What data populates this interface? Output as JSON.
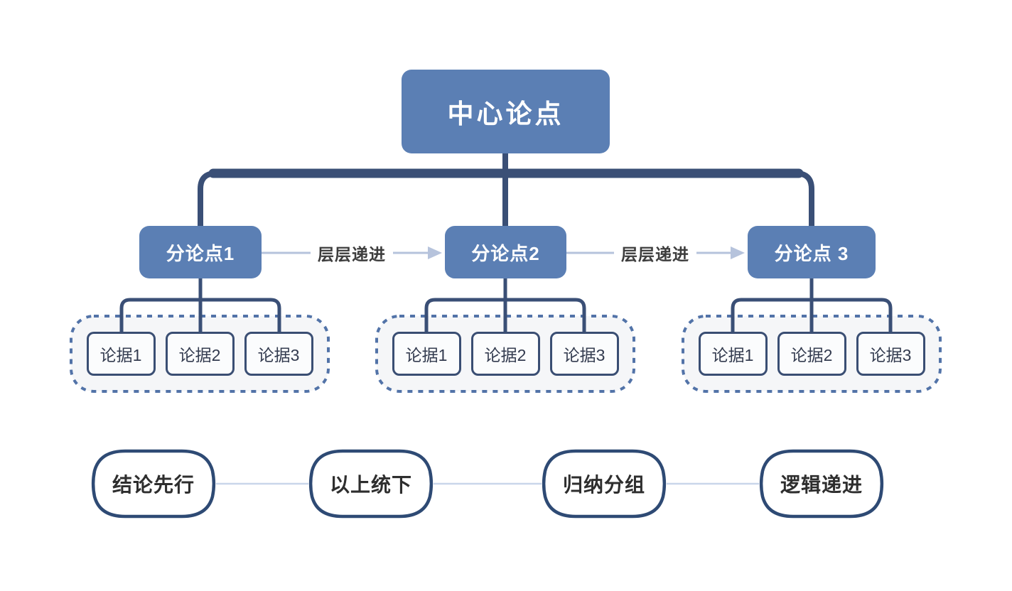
{
  "root": {
    "label": "中心论点"
  },
  "sub_points": [
    {
      "label": "分论点1"
    },
    {
      "label": "分论点2"
    },
    {
      "label": "分论点 3"
    }
  ],
  "evidence_groups": [
    {
      "items": [
        "论据1",
        "论据2",
        "论据3"
      ]
    },
    {
      "items": [
        "论据1",
        "论据2",
        "论据3"
      ]
    },
    {
      "items": [
        "论据1",
        "论据2",
        "论据3"
      ]
    }
  ],
  "arrows": [
    {
      "label": "层层递进"
    },
    {
      "label": "层层递进"
    }
  ],
  "principles": [
    {
      "label": "结论先行"
    },
    {
      "label": "以上统下"
    },
    {
      "label": "归纳分组"
    },
    {
      "label": "逻辑递进"
    }
  ],
  "colors": {
    "node_fill": "#5b7fb4",
    "connector_dark": "#3a4f76",
    "arrow_light": "#b6c3dc",
    "pill_link": "#c9d6ea",
    "dashed_border": "#5273a8",
    "group_fill": "#f5f6f8",
    "evidence_border": "#3a4e73",
    "evidence_fill": "#fbfcfd",
    "pill_border": "#2e4a74",
    "pill_text": "#2e2e2e",
    "label_dark": "#3d3d3d",
    "text_light": "#ffffff",
    "text_dark": "#333b4f"
  }
}
